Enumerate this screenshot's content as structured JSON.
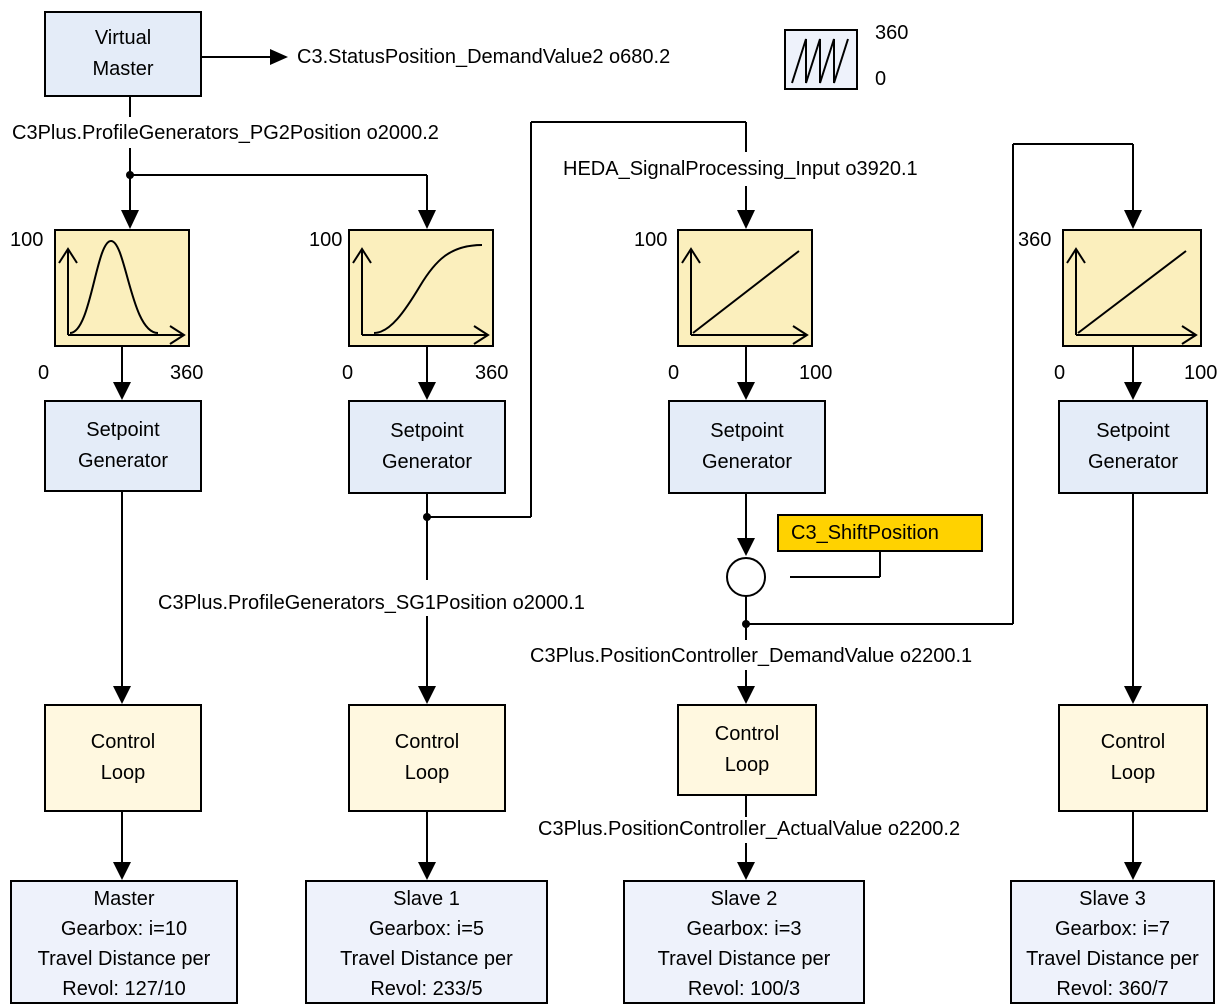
{
  "virtual_master": {
    "line1": "Virtual",
    "line2": "Master"
  },
  "signals": {
    "status_position": "C3.StatusPosition_DemandValue2 o680.2",
    "pg2_position": "C3Plus.ProfileGenerators_PG2Position o2000.2",
    "heda_input": "HEDA_SignalProcessing_Input o3920.1",
    "sg1_position": "C3Plus.ProfileGenerators_SG1Position o2000.1",
    "demand_value": "C3Plus.PositionController_DemandValue o2200.1",
    "actual_value": "C3Plus.PositionController_ActualValue o2200.2"
  },
  "sawtooth": {
    "max": "360",
    "min": "0",
    "icon": "sawtooth-icon"
  },
  "shift_position": "C3_ShiftPosition",
  "columns": [
    {
      "curve": "bell-curve-icon",
      "y_max": "100",
      "x_min": "0",
      "x_max": "360",
      "setpoint": [
        "Setpoint",
        "Generator"
      ],
      "control": [
        "Control",
        "Loop"
      ],
      "output": {
        "name": "Master",
        "gearbox": "Gearbox: i=10",
        "travel": "Travel Distance per",
        "revol": "Revol: 127/10"
      }
    },
    {
      "curve": "s-curve-icon",
      "y_max": "100",
      "x_min": "0",
      "x_max": "360",
      "setpoint": [
        "Setpoint",
        "Generator"
      ],
      "control": [
        "Control",
        "Loop"
      ],
      "output": {
        "name": "Slave 1",
        "gearbox": "Gearbox: i=5",
        "travel": "Travel Distance per",
        "revol": "Revol: 233/5"
      }
    },
    {
      "curve": "linear-curve-icon",
      "y_max": "100",
      "x_min": "0",
      "x_max": "100",
      "setpoint": [
        "Setpoint",
        "Generator"
      ],
      "control": [
        "Control",
        "Loop"
      ],
      "output": {
        "name": "Slave 2",
        "gearbox": "Gearbox: i=3",
        "travel": "Travel Distance per",
        "revol": "Revol: 100/3"
      }
    },
    {
      "curve": "linear-curve-icon",
      "y_max": "360",
      "x_min": "0",
      "x_max": "100",
      "setpoint": [
        "Setpoint",
        "Generator"
      ],
      "control": [
        "Control",
        "Loop"
      ],
      "output": {
        "name": "Slave 3",
        "gearbox": "Gearbox: i=7",
        "travel": "Travel Distance per",
        "revol": "Revol: 360/7"
      }
    }
  ]
}
